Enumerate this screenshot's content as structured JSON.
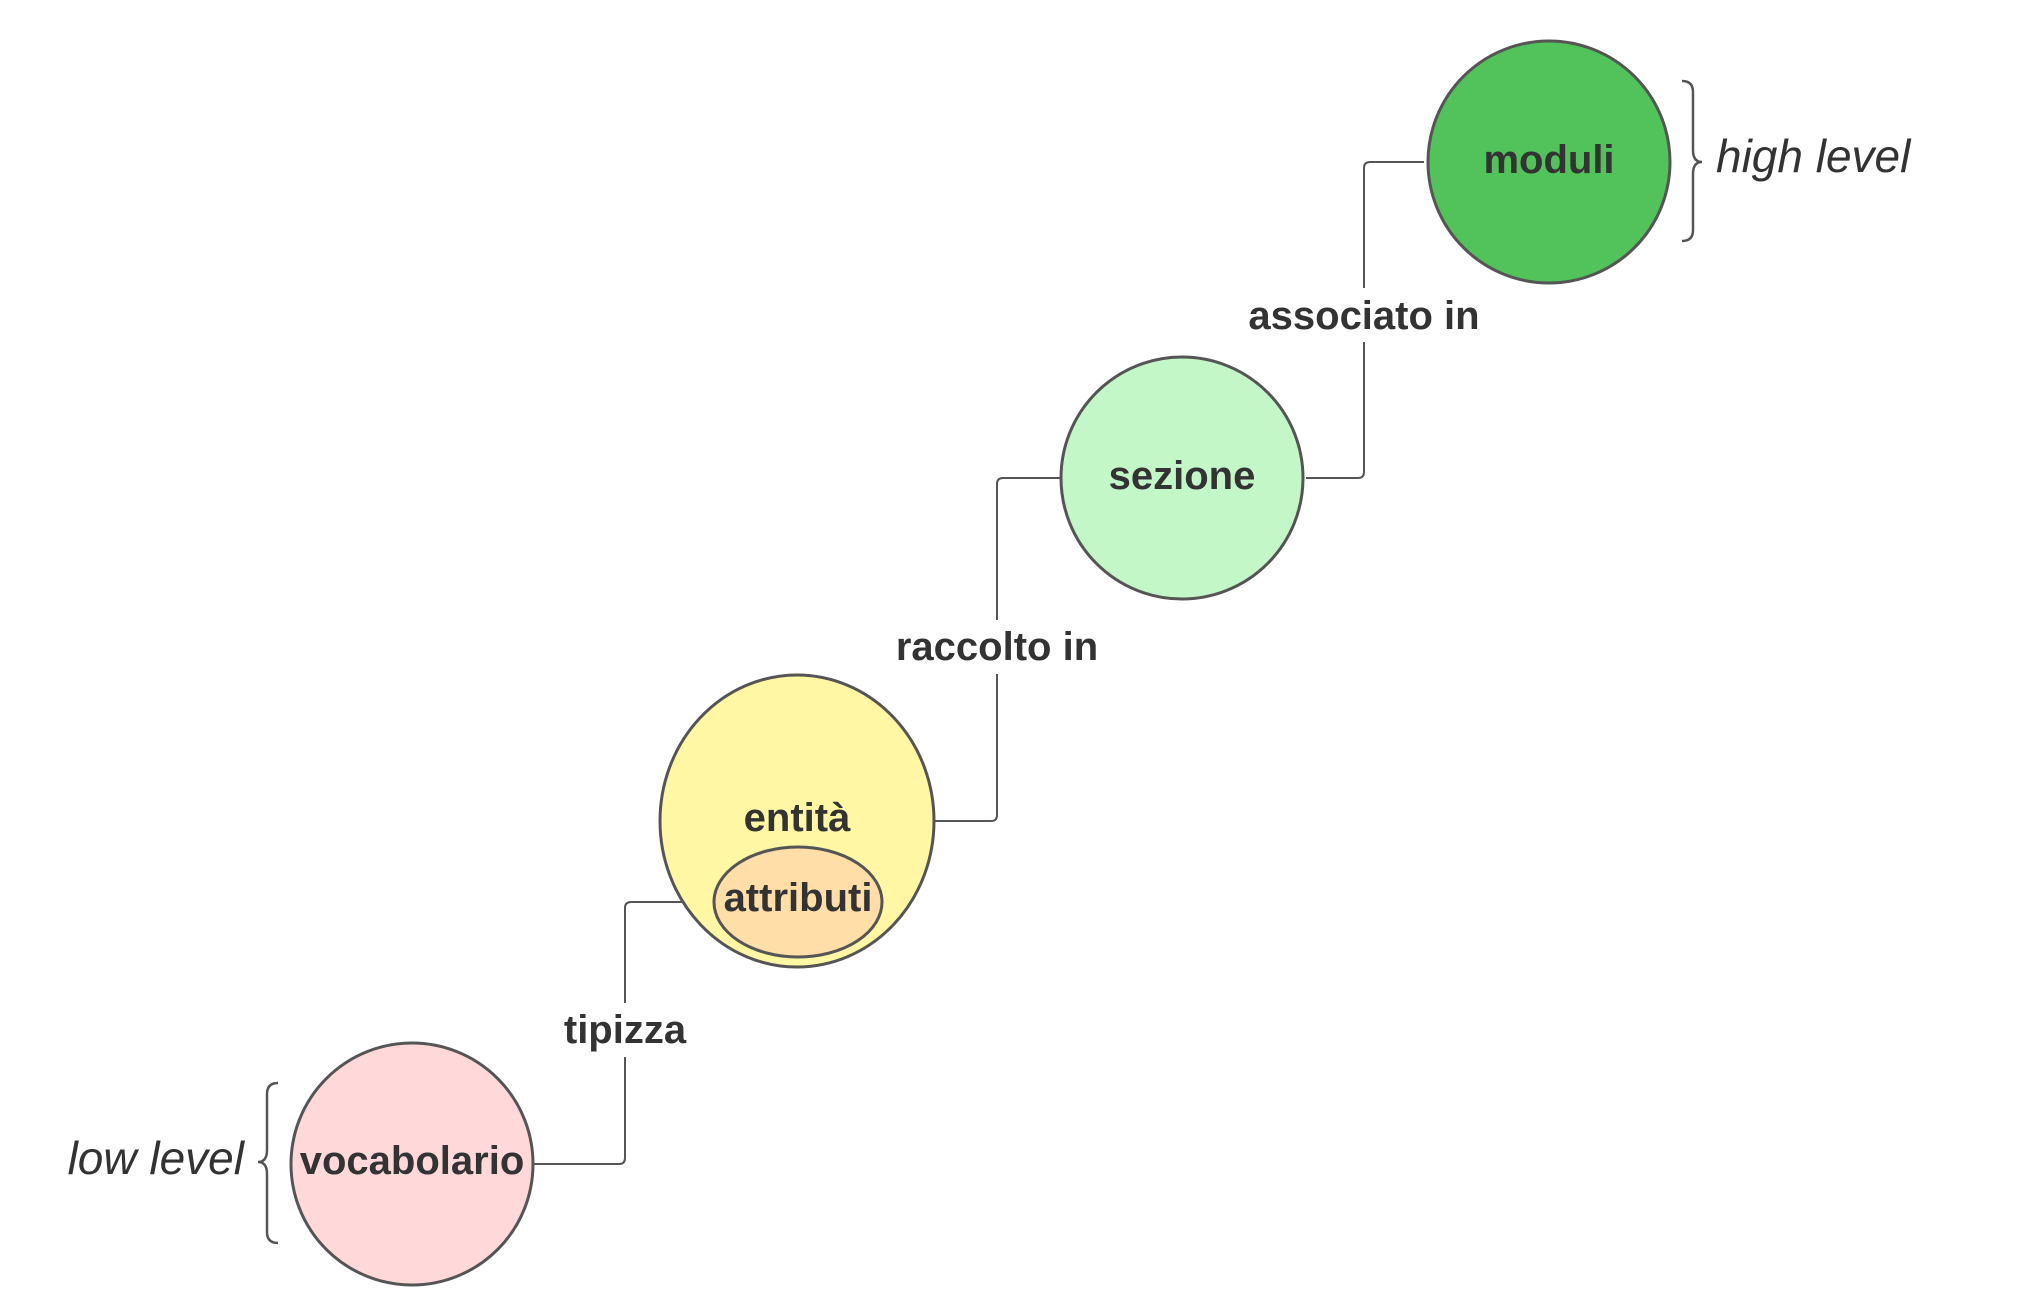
{
  "nodes": {
    "moduli": {
      "label": "moduli",
      "color": "#52c25a"
    },
    "sezione": {
      "label": "sezione",
      "color": "#c3f7c8"
    },
    "entita": {
      "label": "entità",
      "color": "#fff7a3"
    },
    "attributi": {
      "label": "attributi",
      "color": "#ffdea8"
    },
    "vocabolario": {
      "label": "vocabolario",
      "color": "#ffd9da"
    }
  },
  "edges": {
    "associato_in": "associato in",
    "raccolto_in": "raccolto in",
    "tipizza": "tipizza"
  },
  "levels": {
    "high": "high level",
    "low": "low level"
  }
}
